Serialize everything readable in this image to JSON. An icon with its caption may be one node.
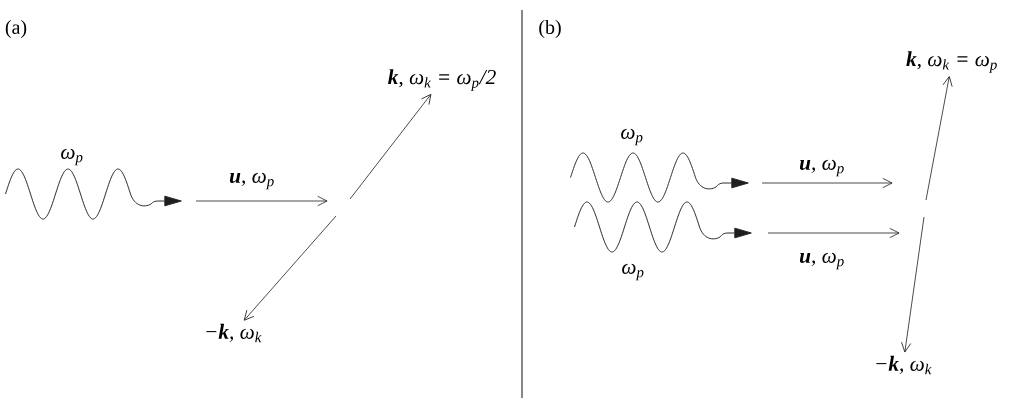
{
  "diagram": {
    "nodes": [
      {
        "text": [
          "**k**, ω$_{k}$ = ω$_{p}$/2"
        ]
      },
      {
        "text": [
          "−**k**, ω$_{k}$"
        ]
      },
      {
        "text": [
          "**k**, ω$_{k}$ = ω$_{p}$"
        ]
      },
      {
        "text": [
          "−**k**, ω$_{k}$"
        ]
      }
    ],
    "edges": [
      {
        "from": null,
        "to": 0,
        "arrow": "to"
      },
      {
        "from": null,
        "to": 1,
        "arrow": "to"
      },
      {
        "from": null,
        "to": 2,
        "arrow": "to"
      },
      {
        "from": null,
        "to": 3,
        "arrow": "to"
      }
    ],
    "labels": [
      "(a)",
      "ω$_{p}$",
      "**u**, ω$_{p}$",
      "(b)",
      "ω$_{p}$",
      "**u**, ω$_{p}$",
      "**u**, ω$_{p}$",
      "ω$_{p}$"
    ]
  }
}
